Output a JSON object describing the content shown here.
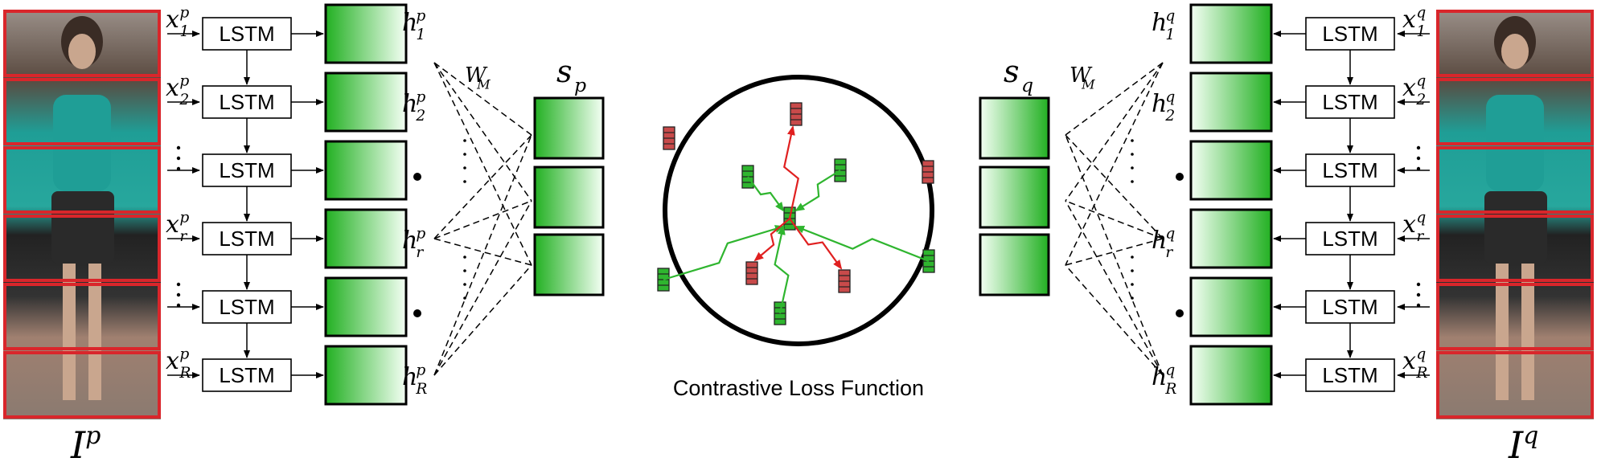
{
  "caption": "Contrastive Loss Function",
  "lstm_label": "LSTM",
  "left": {
    "image_label": {
      "base": "I",
      "sup": "p"
    },
    "inputs": [
      {
        "base": "x",
        "sub": "1",
        "sup": "p"
      },
      {
        "base": "x",
        "sub": "2",
        "sup": "p"
      },
      null,
      {
        "base": "x",
        "sub": "r",
        "sup": "p"
      },
      null,
      {
        "base": "x",
        "sub": "R",
        "sup": "p"
      }
    ],
    "hidden": [
      {
        "base": "h",
        "sub": "1",
        "sup": "p"
      },
      {
        "base": "h",
        "sub": "2",
        "sup": "p"
      },
      null,
      {
        "base": "h",
        "sub": "r",
        "sup": "p"
      },
      null,
      {
        "base": "h",
        "sub": "R",
        "sup": "p"
      }
    ],
    "weight": {
      "base": "W",
      "sub": "M"
    },
    "output": {
      "base": "s",
      "sub": "p"
    }
  },
  "right": {
    "image_label": {
      "base": "I",
      "sup": "q"
    },
    "inputs": [
      {
        "base": "x",
        "sub": "1",
        "sup": "q"
      },
      {
        "base": "x",
        "sub": "2",
        "sup": "q"
      },
      null,
      {
        "base": "x",
        "sub": "r",
        "sup": "q"
      },
      null,
      {
        "base": "x",
        "sub": "R",
        "sup": "q"
      }
    ],
    "hidden": [
      {
        "base": "h",
        "sub": "1",
        "sup": "q"
      },
      {
        "base": "h",
        "sub": "2",
        "sup": "q"
      },
      null,
      {
        "base": "h",
        "sub": "r",
        "sup": "q"
      },
      null,
      {
        "base": "h",
        "sub": "R",
        "sup": "q"
      }
    ],
    "weight": {
      "base": "W",
      "sub": "M"
    },
    "output": {
      "base": "s",
      "sub": "q"
    }
  },
  "colors": {
    "green": "#2fb52f",
    "green_light": "#e8f8e8",
    "red": "#e02020",
    "red_feature": "#c84a4a",
    "frame_red": "#d9262b",
    "skin": "#c9a68e",
    "teal_shirt": "#1f9e96",
    "dark_skirt": "#2a2a2a",
    "road": "#8a8a86"
  }
}
